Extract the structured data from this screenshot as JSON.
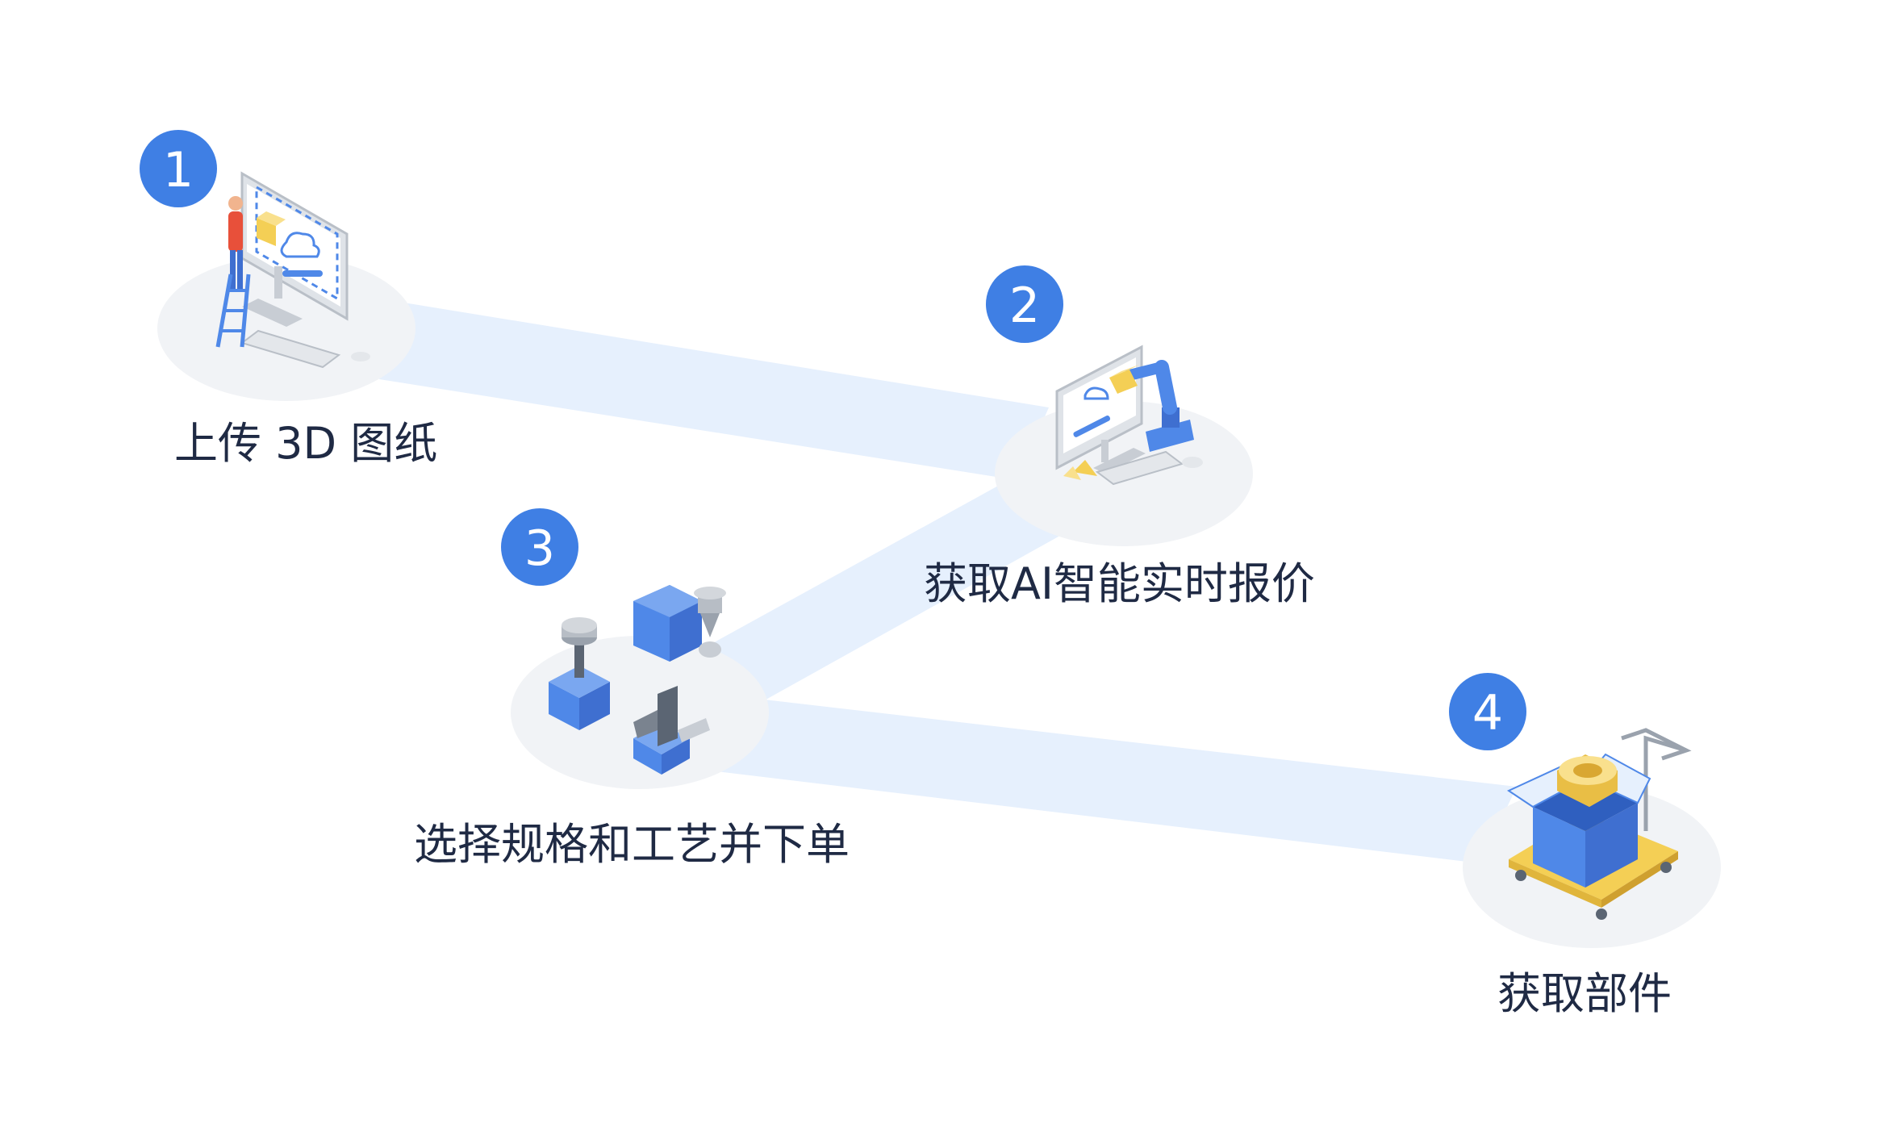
{
  "steps": [
    {
      "number": "1",
      "label": "上传 3D 图纸",
      "icon": "computer-upload-icon"
    },
    {
      "number": "2",
      "label": "获取AI智能实时报价",
      "icon": "robot-arm-quote-icon"
    },
    {
      "number": "3",
      "label": "选择规格和工艺并下单",
      "icon": "machining-tools-icon"
    },
    {
      "number": "4",
      "label": "获取部件",
      "icon": "parts-cart-icon"
    }
  ],
  "colors": {
    "badge": "#3f7fe4",
    "path": "#e6f0fd",
    "platform": "#f1f3f6",
    "label": "#1f2a44",
    "blue": "#4f88e8",
    "yellow": "#f4cf55",
    "gray": "#c8cdd4"
  }
}
